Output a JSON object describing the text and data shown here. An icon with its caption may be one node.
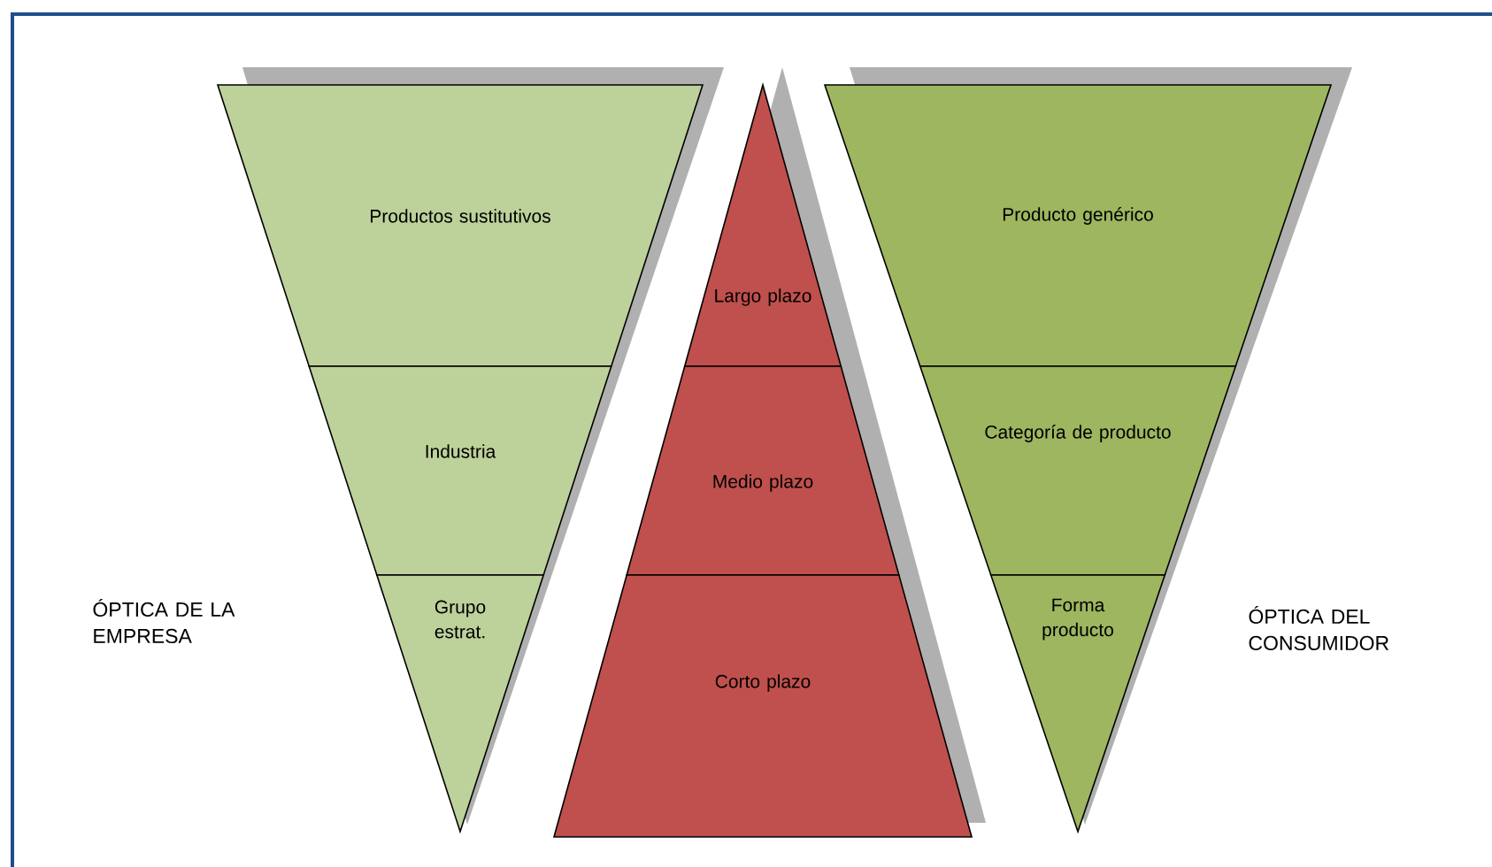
{
  "diagram": {
    "nodes": [
      {
        "text": [
          "Productos sustitutivos"
        ]
      },
      {
        "text": [
          "Industria"
        ]
      },
      {
        "text": [
          "Grupo estrat."
        ]
      },
      {
        "text": [
          "Largo plazo"
        ]
      },
      {
        "text": [
          "Medio plazo"
        ]
      },
      {
        "text": [
          "Corto plazo"
        ]
      },
      {
        "text": [
          "Producto genérico"
        ]
      },
      {
        "text": [
          "Categoría de producto"
        ]
      },
      {
        "text": [
          "Forma producto"
        ]
      }
    ],
    "labels": [
      "ÓPTICA DE LA EMPRESA",
      "ÓPTICA DEL CONSUMIDOR"
    ]
  }
}
